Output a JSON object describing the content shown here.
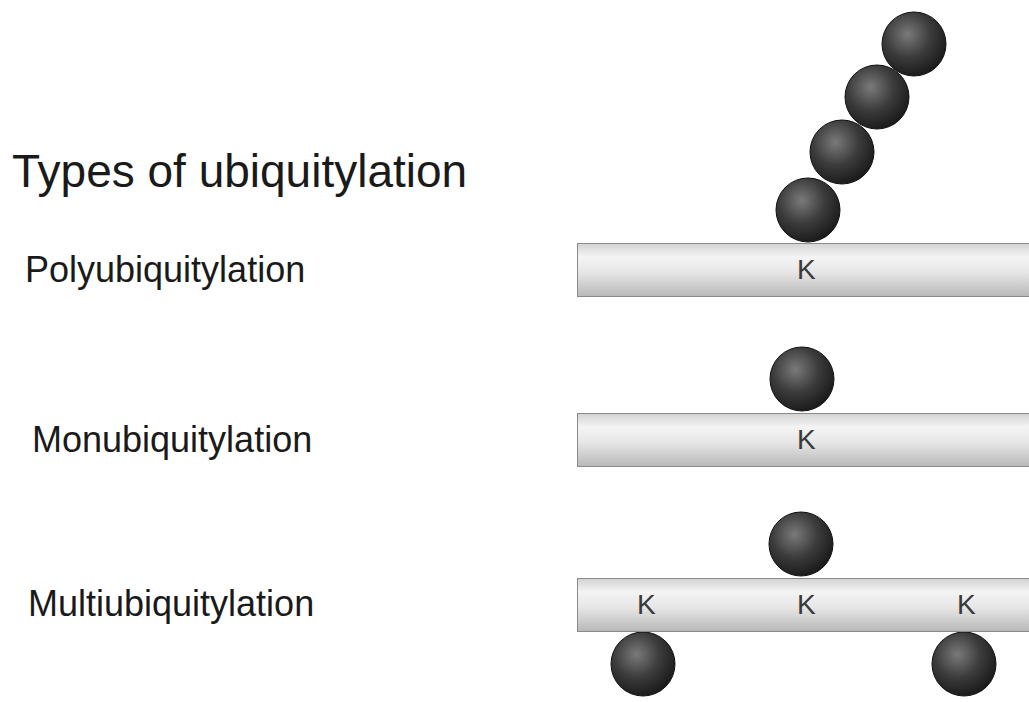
{
  "diagram": {
    "title": "Types of ubiquitylation",
    "nodes": [
      {
        "text": [
          "K"
        ]
      },
      {
        "text": [
          "K"
        ]
      },
      {
        "text": [
          "K",
          "K",
          "K"
        ]
      }
    ],
    "labels": [
      "Polyubiquitylation",
      "Monubiquitylation",
      "Multiubiquitylation"
    ]
  }
}
